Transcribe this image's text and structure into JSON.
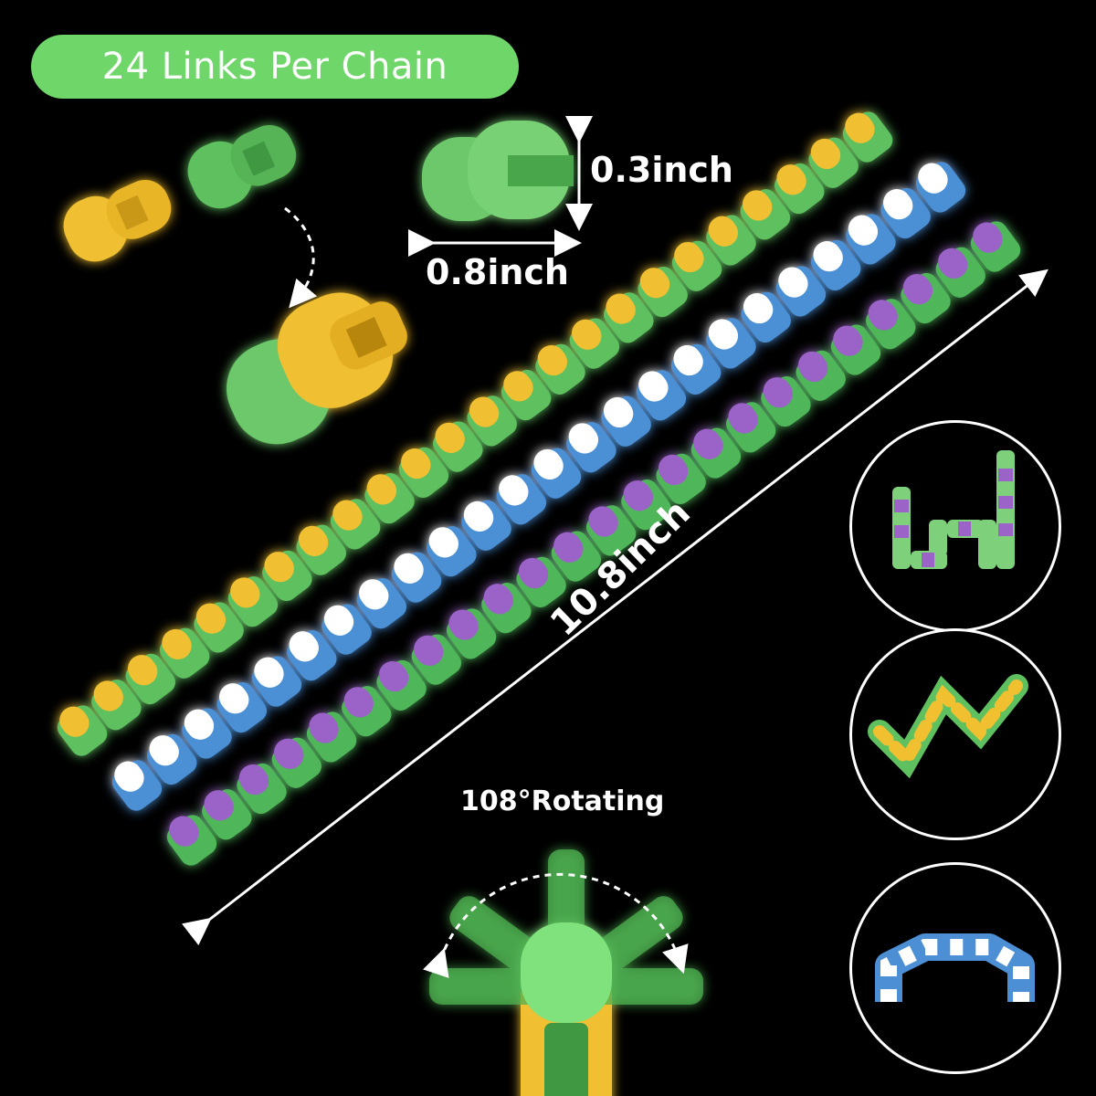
{
  "banner": {
    "text": "24 Links Per Chain"
  },
  "dimensions": {
    "height_label": "0.3inch",
    "width_label": "0.8inch",
    "length_label": "10.8inch",
    "rotation_label": "108°Rotating"
  },
  "chains": [
    {
      "color_a": "#f0c030",
      "color_b": "#5fc060"
    },
    {
      "color_a": "#ffffff",
      "color_b": "#4c8fd4"
    },
    {
      "color_a": "#9b63c8",
      "color_b": "#4fb65a"
    }
  ],
  "colors": {
    "accent": "#6fd66a",
    "background": "#000000",
    "yellow": "#f0c030",
    "green": "#5fc060",
    "glow_green": "#7fe27c"
  }
}
